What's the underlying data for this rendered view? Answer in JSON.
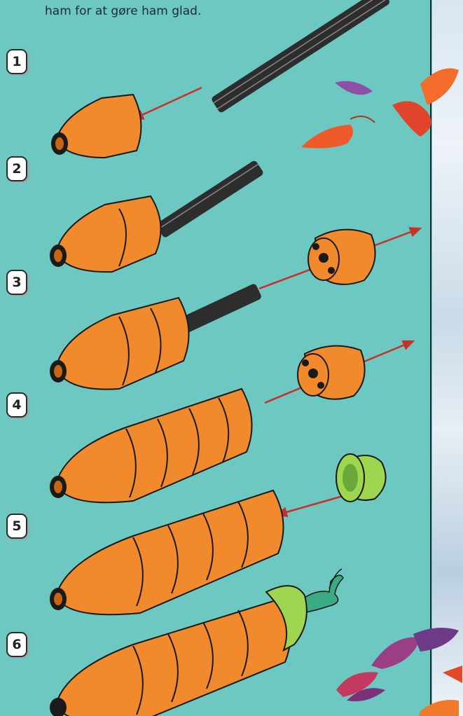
{
  "intro_text": "ham for at gøre ham glad.",
  "steps": [
    {
      "number": "1"
    },
    {
      "number": "2"
    },
    {
      "number": "3"
    },
    {
      "number": "4"
    },
    {
      "number": "5"
    },
    {
      "number": "6"
    }
  ],
  "colors": {
    "background": "#6cc8c0",
    "carrot": "#f08a2c",
    "carrot_dark": "#c86416",
    "top_piece": "#9ed650",
    "axle": "#2d2d2d",
    "arrow": "#c8302a"
  },
  "icons": [
    "leaf-icon",
    "arrow-icon",
    "axle-icon",
    "round-brick-icon",
    "cone-icon",
    "plant-stem-icon"
  ]
}
